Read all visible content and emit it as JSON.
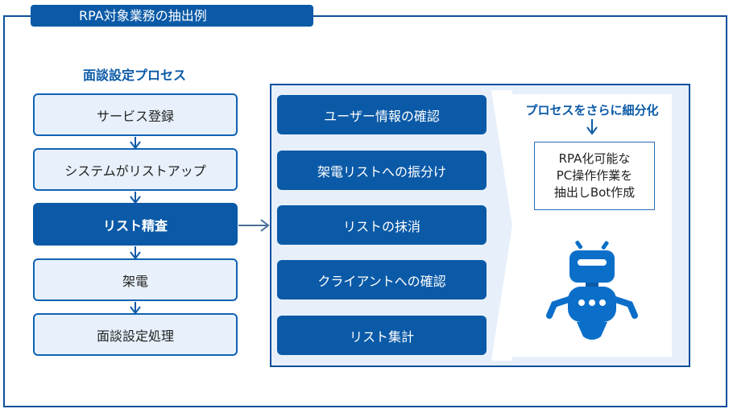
{
  "header": {
    "title": "RPA対象業務の抽出例"
  },
  "process": {
    "title": "面談設定プロセス",
    "steps": [
      {
        "label": "サービス登録"
      },
      {
        "label": "システムがリストアップ"
      },
      {
        "label": "リスト精査",
        "highlighted": true
      },
      {
        "label": "架電"
      },
      {
        "label": "面談設定処理"
      }
    ]
  },
  "tasks": [
    {
      "label": "ユーザー情報の確認"
    },
    {
      "label": "架電リストへの振分け"
    },
    {
      "label": "リストの抹消"
    },
    {
      "label": "クライアントへの確認"
    },
    {
      "label": "リスト集計"
    }
  ],
  "refine": {
    "title": "プロセスをさらに細分化",
    "box_lines": [
      "RPA化可能な",
      "PC操作作業を",
      "抽出しBot作成"
    ],
    "robot_icon": "robot-icon"
  },
  "colors": {
    "primary": "#0b5aa7",
    "border": "#0b4f9c",
    "light_fill": "#e8f1fb",
    "panel_fill": "#e7f0fa",
    "arrow": "#4a6f9a"
  }
}
